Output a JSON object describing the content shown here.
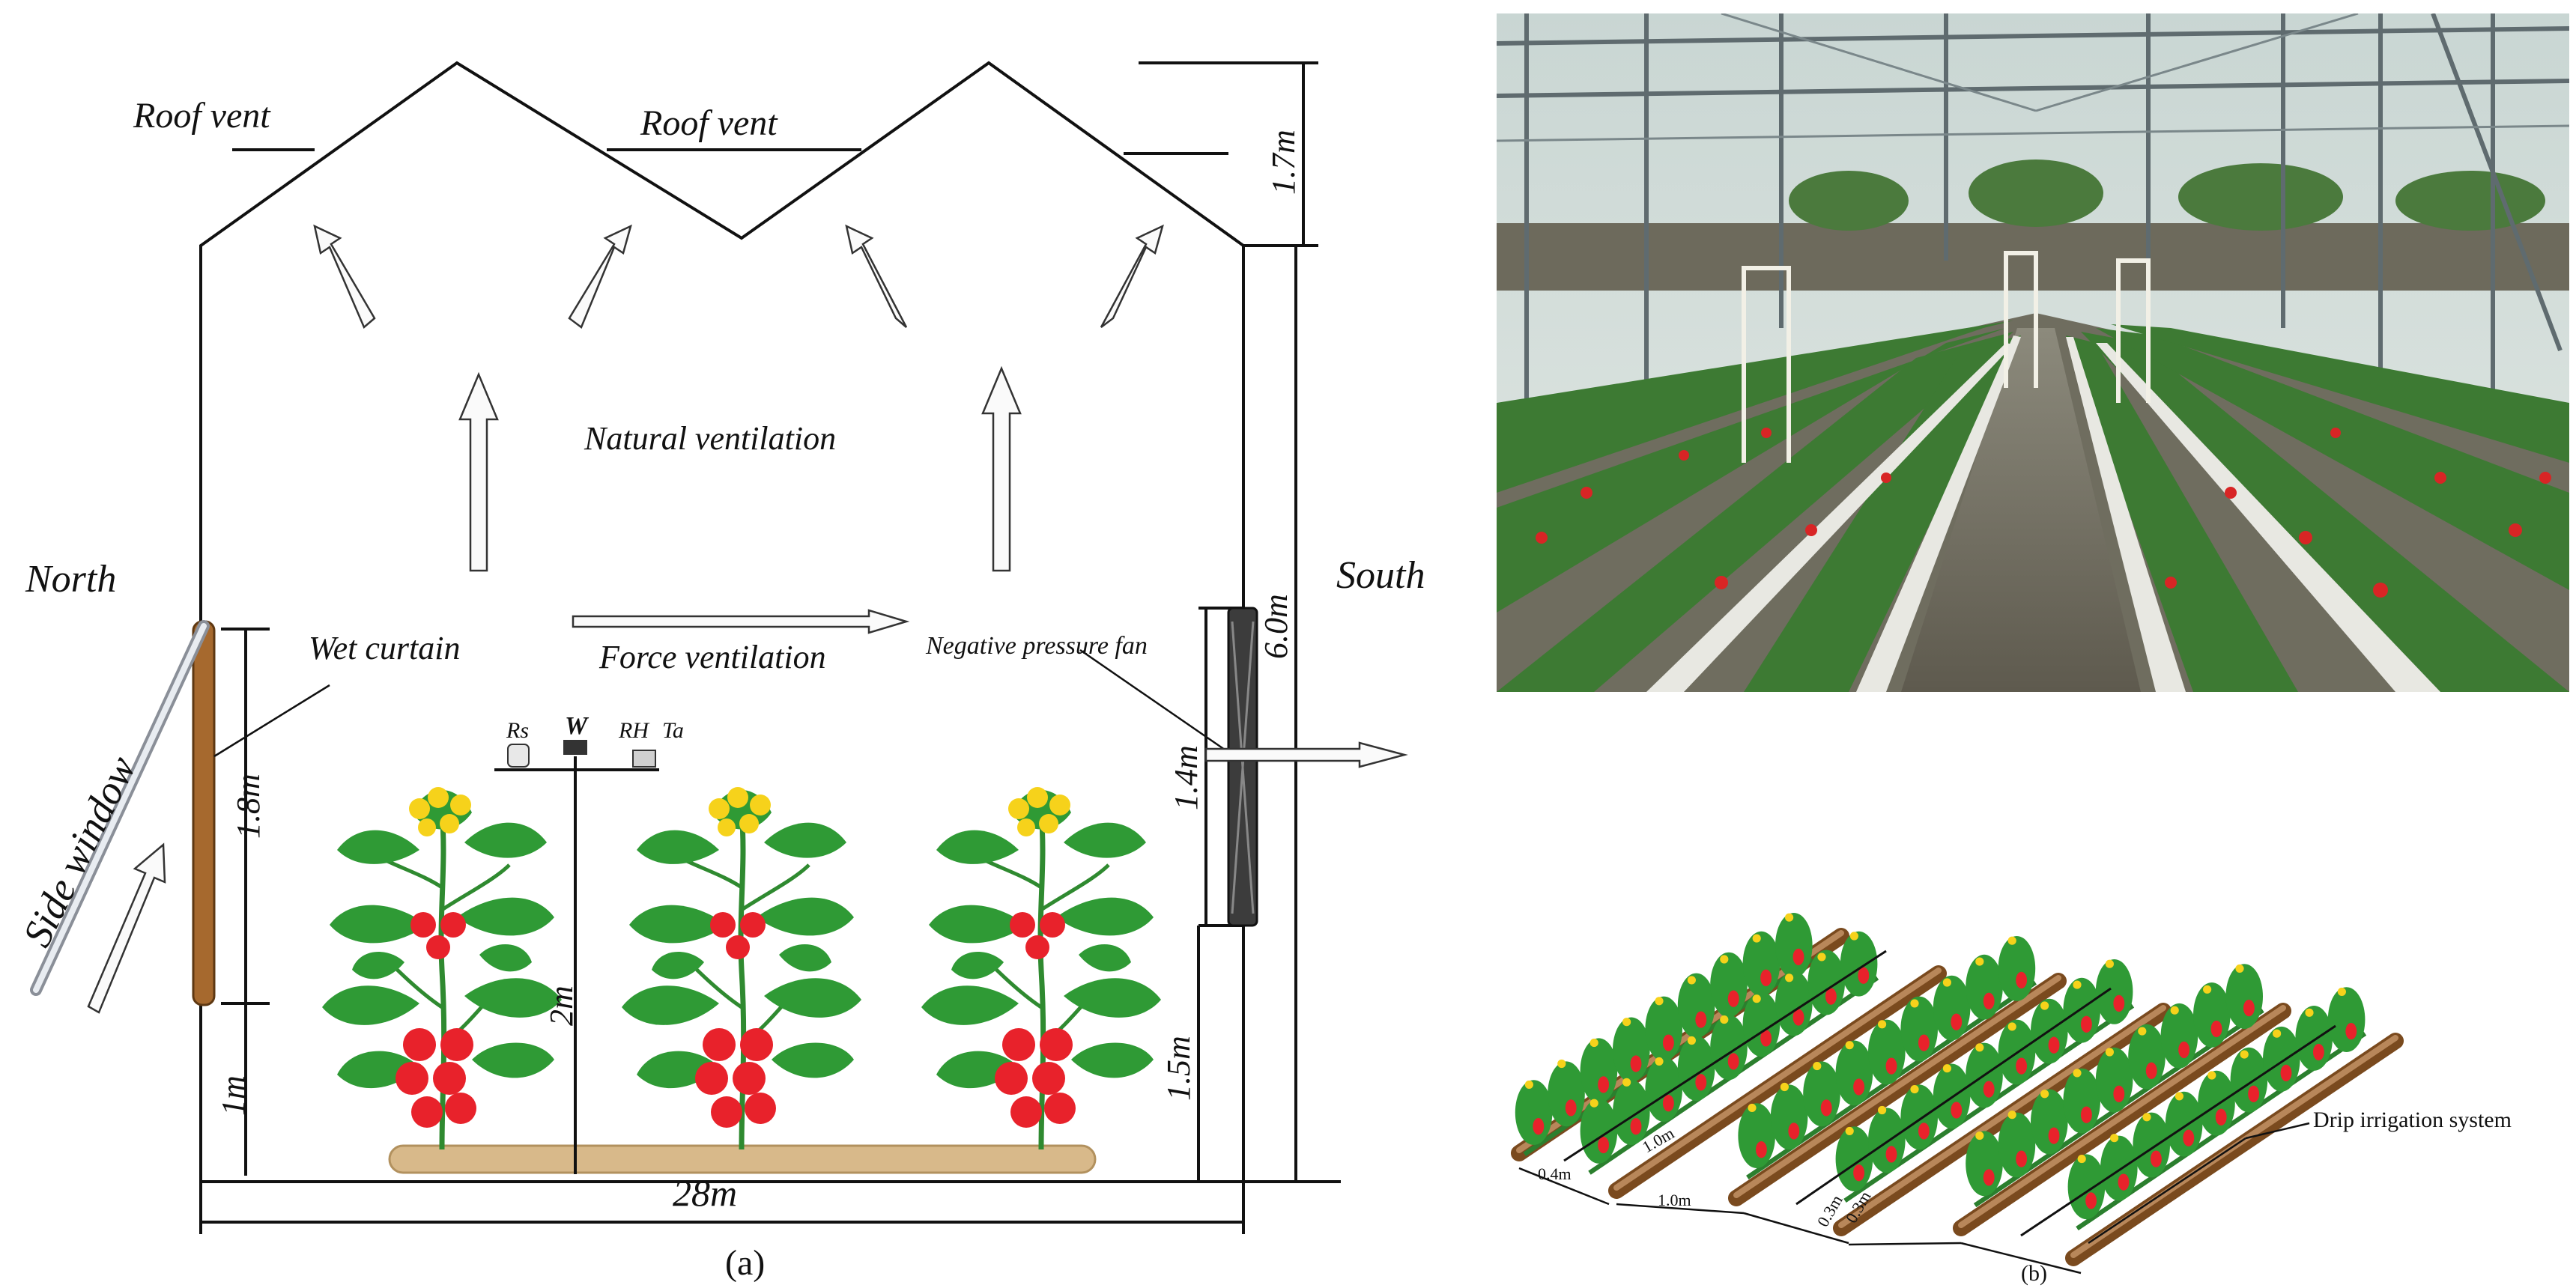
{
  "panel_a": {
    "roof_vent_left": "Roof  vent",
    "roof_vent_right": "Roof  vent",
    "natural_ventilation": "Natural ventilation",
    "force_ventilation": "Force ventilation",
    "north": "North",
    "south": "South",
    "wet_curtain": "Wet curtain",
    "negative_pressure_fan": "Negative pressure fan",
    "side_window": "Side window",
    "sensors": {
      "rs": "Rs",
      "w": "W",
      "rh": "RH",
      "ta": "Ta"
    },
    "dimensions": {
      "roof_height": "1.7m",
      "wall_height": "6.0m",
      "fan_height": "1.4m",
      "fan_base": "1.5m",
      "curtain_height": "1.8m",
      "curtain_base": "1m",
      "sensor_height": "2m",
      "width": "28m"
    },
    "caption": "(a)"
  },
  "panel_b": {
    "spacing_a": "0.4m",
    "spacing_b": "1.0m",
    "spacing_c": "1.0m",
    "spacing_d": "0.3m",
    "spacing_e": "0.3m",
    "drip_label": "Drip irrigation system",
    "caption": "(b)"
  },
  "colors": {
    "tomato": "#e8222b",
    "leaf": "#2f9a35",
    "flower": "#f6d21b",
    "soil": "#d8b98a",
    "curtain": "#a6692e",
    "frame": "#111111"
  }
}
